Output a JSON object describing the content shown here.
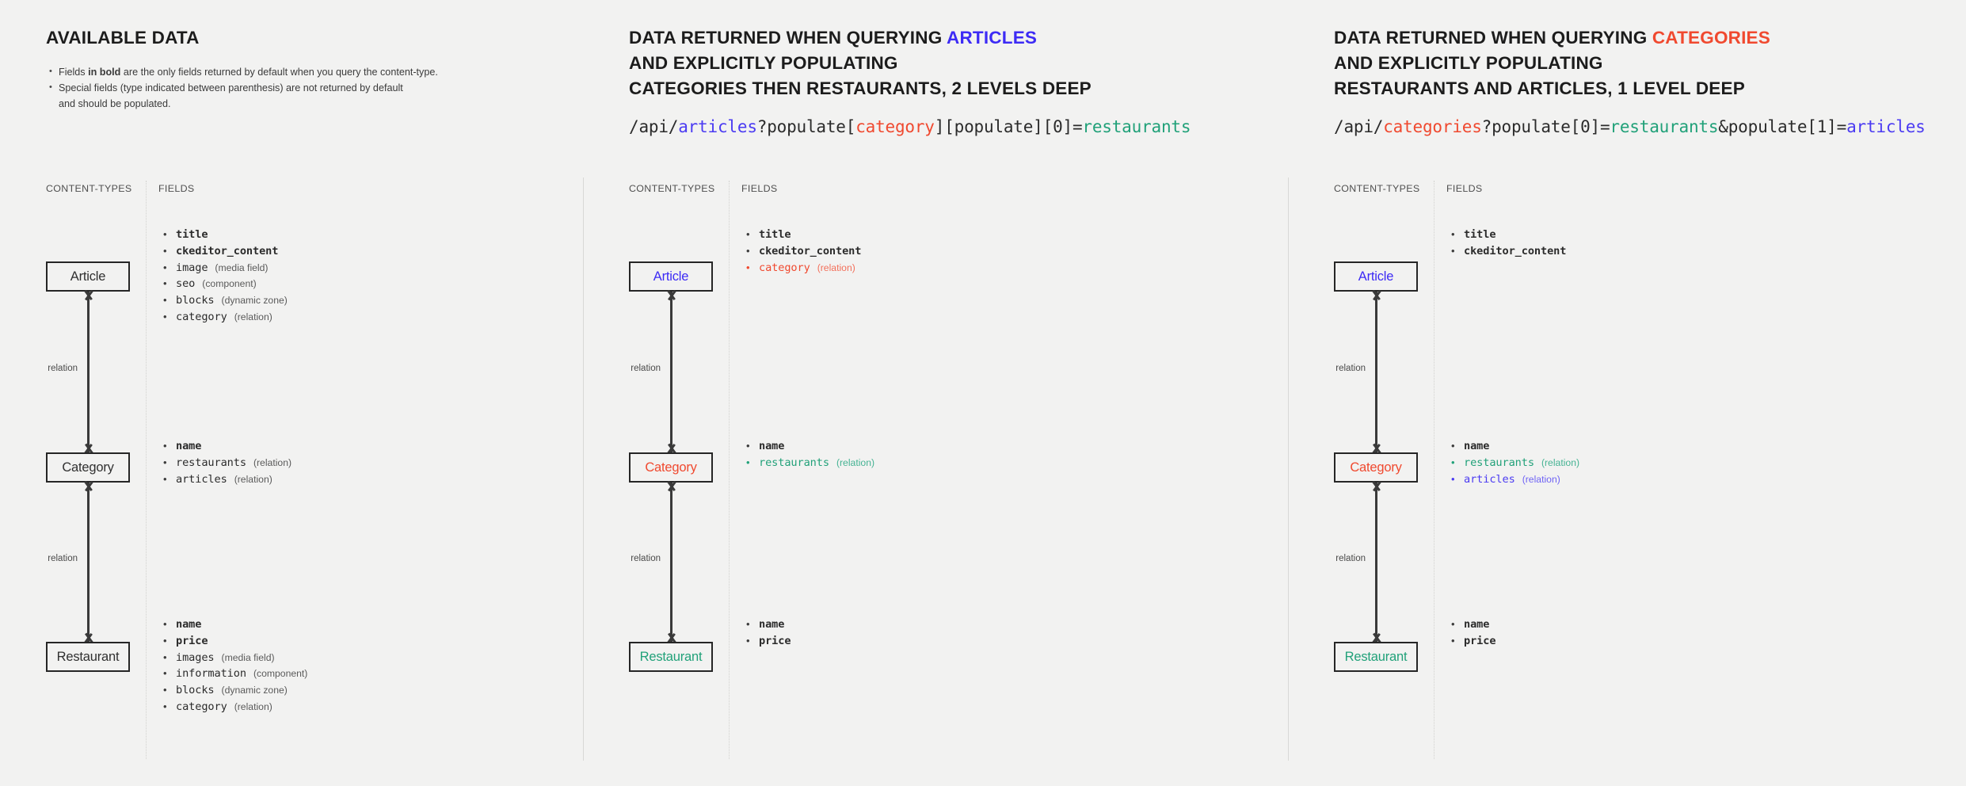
{
  "colors": {
    "background": "#f2f2f1",
    "text": "#232323",
    "article_blue": "#3d2bf5",
    "category_red": "#f0492f",
    "restaurant_green": "#21a179",
    "box_border": "#262626"
  },
  "labels": {
    "content_types": "CONTENT-TYPES",
    "fields": "FIELDS",
    "relation": "relation"
  },
  "panels": [
    {
      "id": "available-data",
      "heading": {
        "line1": "AVAILABLE DATA"
      },
      "notes": [
        {
          "pre": "Fields ",
          "bold": "in bold",
          "post": " are the only fields returned by default when you query the content-type."
        },
        {
          "pre": "Special fields (type indicated between parenthesis) are not returned by default",
          "bold": "",
          "post": ""
        }
      ],
      "note_continuation": "and should be populated.",
      "url": null,
      "entities": [
        {
          "name": "Article",
          "color": "default"
        },
        {
          "name": "Category",
          "color": "default"
        },
        {
          "name": "Restaurant",
          "color": "default"
        }
      ],
      "field_groups": [
        {
          "entity": "Article",
          "fields": [
            {
              "name": "title",
              "type": "",
              "bold": true,
              "color": "default"
            },
            {
              "name": "ckeditor_content",
              "type": "",
              "bold": true,
              "color": "default"
            },
            {
              "name": "image",
              "type": "(media field)",
              "bold": false,
              "color": "default"
            },
            {
              "name": "seo",
              "type": "(component)",
              "bold": false,
              "color": "default"
            },
            {
              "name": "blocks",
              "type": "(dynamic zone)",
              "bold": false,
              "color": "default"
            },
            {
              "name": "category",
              "type": "(relation)",
              "bold": false,
              "color": "default"
            }
          ]
        },
        {
          "entity": "Category",
          "fields": [
            {
              "name": "name",
              "type": "",
              "bold": true,
              "color": "default"
            },
            {
              "name": "restaurants",
              "type": "(relation)",
              "bold": false,
              "color": "default"
            },
            {
              "name": "articles",
              "type": "(relation)",
              "bold": false,
              "color": "default"
            }
          ]
        },
        {
          "entity": "Restaurant",
          "fields": [
            {
              "name": "name",
              "type": "",
              "bold": true,
              "color": "default"
            },
            {
              "name": "price",
              "type": "",
              "bold": true,
              "color": "default"
            },
            {
              "name": "images",
              "type": "(media field)",
              "bold": false,
              "color": "default"
            },
            {
              "name": "information",
              "type": "(component)",
              "bold": false,
              "color": "default"
            },
            {
              "name": "blocks",
              "type": "(dynamic zone)",
              "bold": false,
              "color": "default"
            },
            {
              "name": "category",
              "type": "(relation)",
              "bold": false,
              "color": "default"
            }
          ]
        }
      ]
    },
    {
      "id": "query-articles",
      "heading": {
        "line1_pre": "DATA RETURNED WHEN QUERYING ",
        "line1_accent": "ARTICLES",
        "line1_accent_color": "blue",
        "line2": "AND EXPLICITLY POPULATING",
        "line3": "CATEGORIES THEN RESTAURANTS, 2 LEVELS DEEP"
      },
      "url_parts": [
        {
          "text": "/api/",
          "color": "default"
        },
        {
          "text": "articles",
          "color": "blue"
        },
        {
          "text": "?populate[",
          "color": "default"
        },
        {
          "text": "category",
          "color": "red"
        },
        {
          "text": "][populate][0]=",
          "color": "default"
        },
        {
          "text": "restaurants",
          "color": "green"
        }
      ],
      "entities": [
        {
          "name": "Article",
          "color": "blue"
        },
        {
          "name": "Category",
          "color": "red"
        },
        {
          "name": "Restaurant",
          "color": "green"
        }
      ],
      "field_groups": [
        {
          "entity": "Article",
          "fields": [
            {
              "name": "title",
              "type": "",
              "bold": true,
              "color": "default"
            },
            {
              "name": "ckeditor_content",
              "type": "",
              "bold": true,
              "color": "default"
            },
            {
              "name": "category",
              "type": "(relation)",
              "bold": false,
              "color": "red"
            }
          ]
        },
        {
          "entity": "Category",
          "fields": [
            {
              "name": "name",
              "type": "",
              "bold": true,
              "color": "default"
            },
            {
              "name": "restaurants",
              "type": "(relation)",
              "bold": false,
              "color": "green"
            }
          ]
        },
        {
          "entity": "Restaurant",
          "fields": [
            {
              "name": "name",
              "type": "",
              "bold": true,
              "color": "default"
            },
            {
              "name": "price",
              "type": "",
              "bold": true,
              "color": "default"
            }
          ]
        }
      ]
    },
    {
      "id": "query-categories",
      "heading": {
        "line1_pre": "DATA RETURNED WHEN QUERYING ",
        "line1_accent": "CATEGORIES",
        "line1_accent_color": "red",
        "line2": "AND EXPLICITLY POPULATING",
        "line3": "RESTAURANTS AND ARTICLES, 1 LEVEL DEEP"
      },
      "url_parts": [
        {
          "text": "/api/",
          "color": "default"
        },
        {
          "text": "categories",
          "color": "red"
        },
        {
          "text": "?populate[0]=",
          "color": "default"
        },
        {
          "text": "restaurants",
          "color": "green"
        },
        {
          "text": "&populate[1]=",
          "color": "default"
        },
        {
          "text": "articles",
          "color": "blue"
        }
      ],
      "entities": [
        {
          "name": "Article",
          "color": "blue"
        },
        {
          "name": "Category",
          "color": "red"
        },
        {
          "name": "Restaurant",
          "color": "green"
        }
      ],
      "field_groups": [
        {
          "entity": "Article",
          "fields": [
            {
              "name": "title",
              "type": "",
              "bold": true,
              "color": "default"
            },
            {
              "name": "ckeditor_content",
              "type": "",
              "bold": true,
              "color": "default"
            }
          ]
        },
        {
          "entity": "Category",
          "fields": [
            {
              "name": "name",
              "type": "",
              "bold": true,
              "color": "default"
            },
            {
              "name": "restaurants",
              "type": "(relation)",
              "bold": false,
              "color": "green"
            },
            {
              "name": "articles",
              "type": "(relation)",
              "bold": false,
              "color": "blue"
            }
          ]
        },
        {
          "entity": "Restaurant",
          "fields": [
            {
              "name": "name",
              "type": "",
              "bold": true,
              "color": "default"
            },
            {
              "name": "price",
              "type": "",
              "bold": true,
              "color": "default"
            }
          ]
        }
      ]
    }
  ]
}
